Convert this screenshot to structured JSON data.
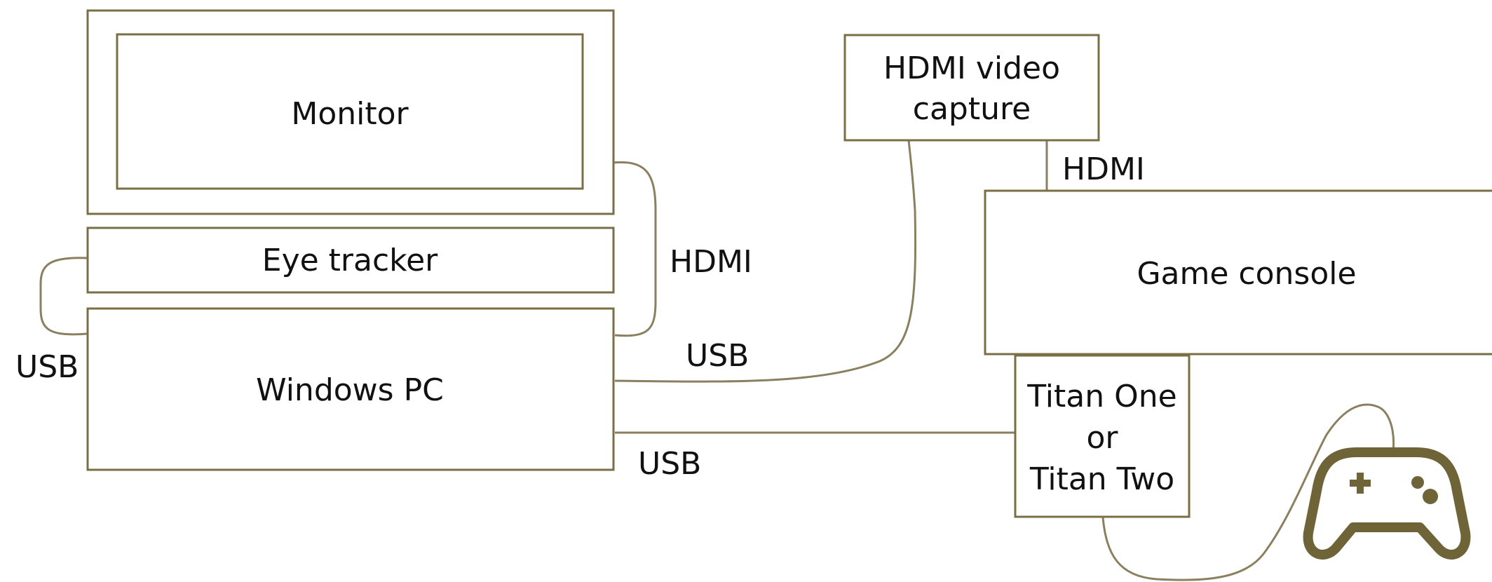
{
  "nodes": {
    "monitor": "Monitor",
    "eye_tracker": "Eye tracker",
    "windows_pc": "Windows PC",
    "capture_line1": "HDMI video",
    "capture_line2": "capture",
    "game_console": "Game console",
    "titan_line1": "Titan One",
    "titan_line2": "or",
    "titan_line3": "Titan Two"
  },
  "connections": {
    "pc_monitor": "HDMI",
    "pc_eyetracker": "USB",
    "pc_capture": "USB",
    "pc_titan": "USB",
    "capture_console": "HDMI"
  },
  "icons": {
    "controller": "gamepad-icon"
  },
  "colors": {
    "box_stroke": "#7a6f44",
    "wire": "#8a8060",
    "icon": "#6e6438"
  }
}
